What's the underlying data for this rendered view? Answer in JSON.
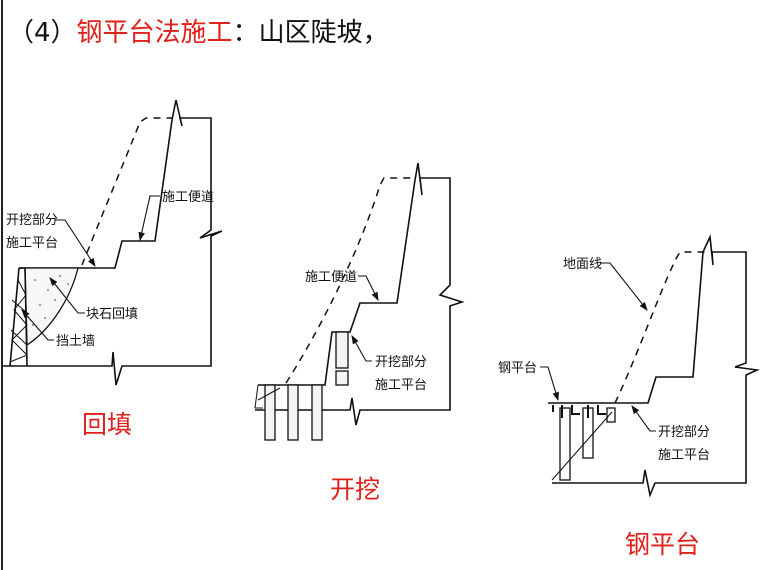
{
  "title": {
    "prefix": "（4）",
    "highlight": "钢平台法施工",
    "suffix": "：山区陡坡，"
  },
  "colors": {
    "accent": "#e0201b",
    "line": "#111111"
  },
  "diagrams": [
    {
      "caption": "回填",
      "labels": {
        "road": "施工便道",
        "platform_1": "开挖部分",
        "platform_2": "施工平台",
        "fill": "块石回填",
        "wall": "挡土墙"
      }
    },
    {
      "caption": "开挖",
      "labels": {
        "road": "施工便道",
        "platform_1": "开挖部分",
        "platform_2": "施工平台"
      }
    },
    {
      "caption": "钢平台",
      "labels": {
        "ground": "地面线",
        "steel": "钢平台",
        "platform_1": "开挖部分",
        "platform_2": "施工平台"
      }
    }
  ]
}
